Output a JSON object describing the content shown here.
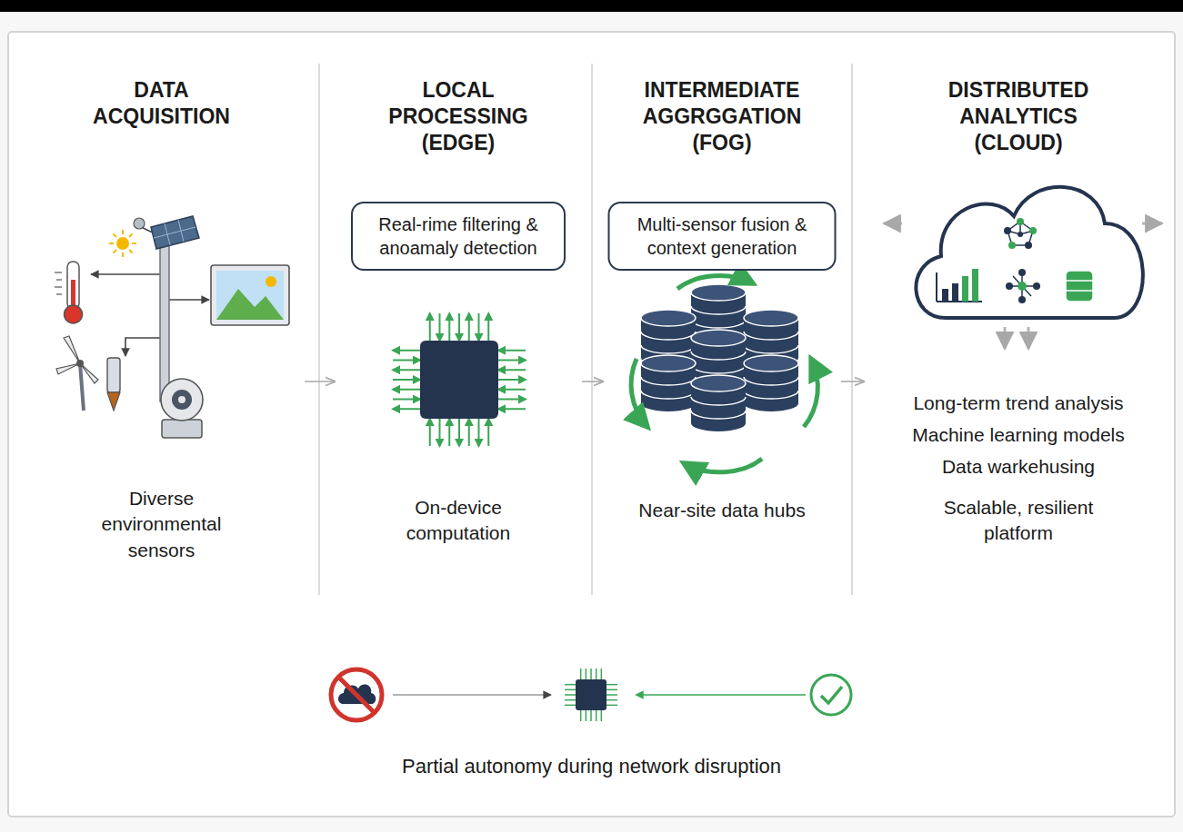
{
  "diagram": {
    "nodes": [
      {
        "text": [
          "DATA ACQUISITION",
          "Diverse environmental sensors"
        ]
      },
      {
        "text": [
          "LOCAL PROCESSING (EDGE)",
          "On-device computation"
        ]
      },
      {
        "text": [
          "Real-rime filtering & anoamaly detection"
        ],
        "in": 1
      },
      {
        "text": [
          "INTERMEDIATE AGGRGGATION (FOG)",
          "Near-site data hubs"
        ]
      },
      {
        "text": [
          "Multi-sensor fusion & context generation"
        ],
        "in": 3
      },
      {
        "text": [
          "DISTRIBUTED ANALYTICS (CLOUD)",
          "Long-term trend analysis Machine learning models Data warkehusing",
          "Scalable, resilient platform"
        ]
      }
    ],
    "edges": [
      {
        "from": 0,
        "to": 1,
        "arrow": "to"
      },
      {
        "from": 1,
        "to": 3,
        "arrow": "to"
      },
      {
        "from": 3,
        "to": 5,
        "arrow": "to"
      }
    ],
    "labels": [
      "Partial autonomy during network disruption"
    ]
  }
}
